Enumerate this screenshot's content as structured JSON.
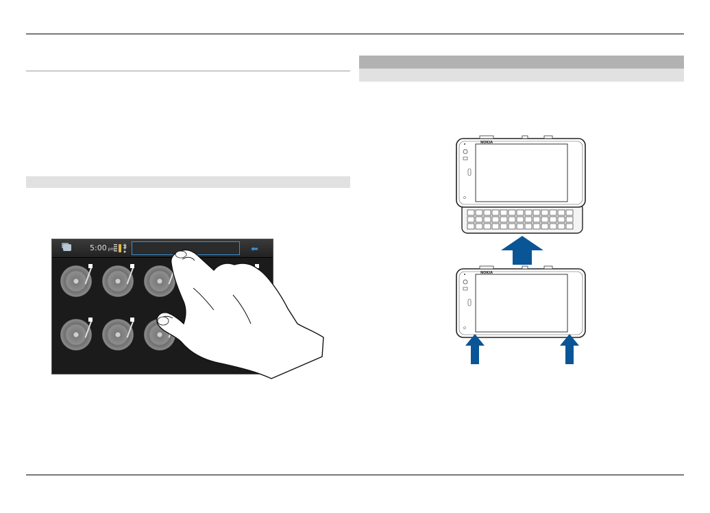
{
  "page": {
    "rules": [
      "top-rule",
      "bottom-rule",
      "left-column-rule"
    ],
    "section_bands": [
      "grey-band-left",
      "grey-band-right-dark",
      "grey-band-right-light"
    ]
  },
  "left_figure": {
    "status_time": "5:00",
    "status_time_suffix": "pm",
    "icons": [
      "task-switcher-icon",
      "battery-icon",
      "bluetooth-icon",
      "back-arrow-icon",
      "record-icon",
      "hand-icon"
    ],
    "grid_items": 8
  },
  "right_figure": {
    "brand": "NOKIA",
    "icons": [
      "device-open-icon",
      "device-closed-icon",
      "arrow-up-large-icon",
      "arrow-up-small-left-icon",
      "arrow-up-small-right-icon"
    ]
  },
  "colors": {
    "arrow_blue": "#0a5596",
    "band_dark": "#b2b2b2",
    "band_light": "#e1e1e1",
    "screen_bg": "#1b1b1b",
    "accent": "#3b8fd6"
  }
}
